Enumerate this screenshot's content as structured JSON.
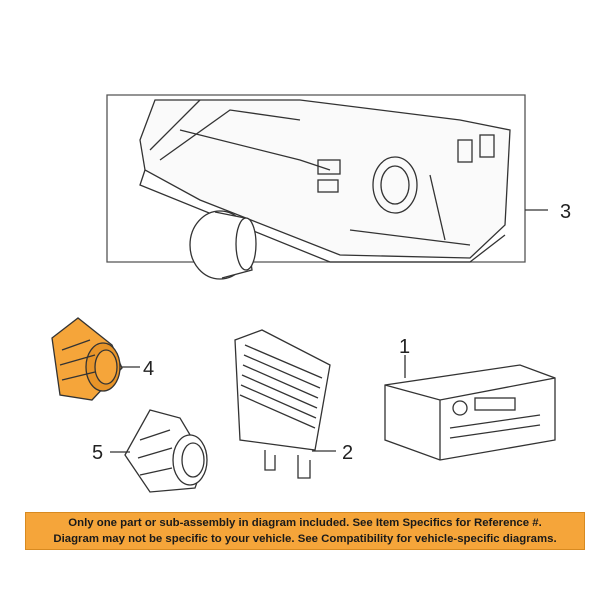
{
  "callouts": {
    "c1": "1",
    "c2": "2",
    "c3": "3",
    "c4": "4",
    "c5": "5"
  },
  "notice": {
    "line1": "Only one part or sub-assembly in diagram included. See Item Specifics for Reference #.",
    "line2": "Diagram may not be specific to your vehicle. See Compatibility for vehicle-specific diagrams."
  },
  "colors": {
    "highlight": "#f5a53a",
    "line": "#333333",
    "banner": "#f5a53a"
  }
}
